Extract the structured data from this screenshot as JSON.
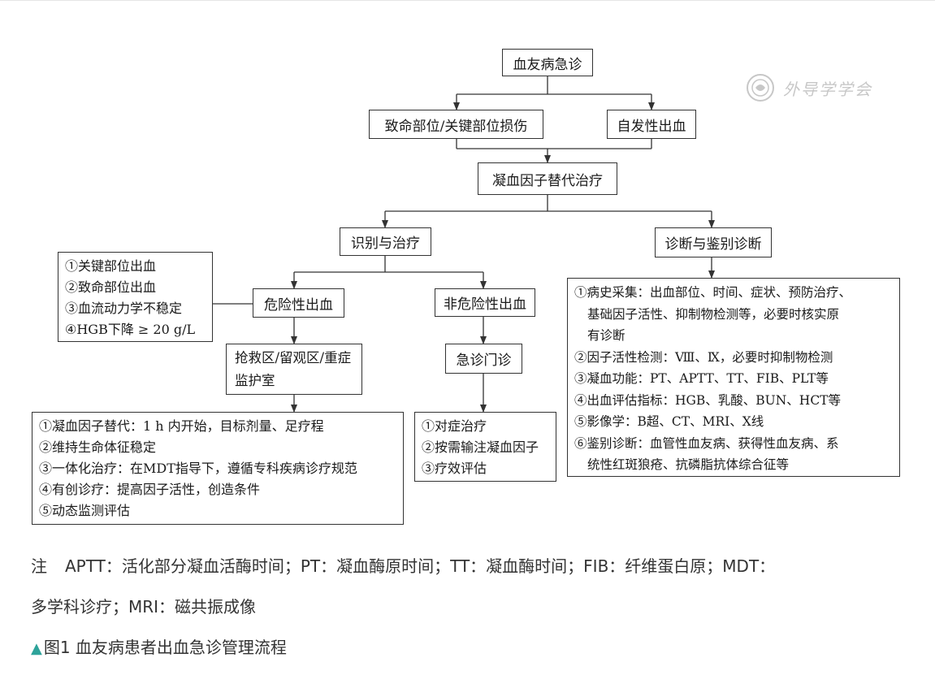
{
  "flowchart": {
    "root": "血友病急诊",
    "injury": "致命部位/关键部位损伤",
    "spontaneous": "自发性出血",
    "factor_replacement": "凝血因子替代治疗",
    "identify_treat": "识别与治疗",
    "diagnosis": "诊断与鉴别诊断",
    "dangerous": "危险性出血",
    "non_dangerous": "非危险性出血",
    "criteria": [
      "①关键部位出血",
      "②致命部位出血",
      "③血流动力学不稳定",
      "④HGB下降 ≥ 20 g/L"
    ],
    "rescue_area": [
      "抢救区/留观区/重症",
      "监护室"
    ],
    "emergency_clinic": "急诊门诊",
    "dangerous_steps": [
      "①凝血因子替代：1 h 内开始，目标剂量、足疗程",
      "②维持生命体征稳定",
      "③一体化治疗：在MDT指导下，遵循专科疾病诊疗规范",
      "④有创诊疗：提高因子活性，创造条件",
      "⑤动态监测评估"
    ],
    "clinic_steps": [
      "①对症治疗",
      "②按需输注凝血因子",
      "③疗效评估"
    ],
    "diagnosis_steps": [
      "①病史采集：出血部位、时间、症状、预防治疗、",
      "基础因子活性、抑制物检测等，必要时核实原",
      "有诊断",
      "②因子活性检测：Ⅷ、Ⅸ，必要时抑制物检测",
      "③凝血功能：PT、APTT、TT、FIB、PLT等",
      "④出血评估指标：HGB、乳酸、BUN、HCT等",
      "⑤影像学：B超、CT、MRI、X线",
      "⑥鉴别诊断：血管性血友病、获得性血友病、系",
      "统性红斑狼疮、抗磷脂抗体综合征等"
    ]
  },
  "watermark": {
    "text": "外导学学会",
    "icon": "seal-logo"
  },
  "note": {
    "prefix": "注",
    "line1": "APTT：活化部分凝血活酶时间；PT：凝血酶原时间；TT：凝血酶时间；FIB：纤维蛋白原；MDT：",
    "line2": "多学科诊疗；MRI：磁共振成像"
  },
  "caption": {
    "marker": "▲",
    "text": "图1 血友病患者出血急诊管理流程"
  },
  "colors": {
    "line": "#333333",
    "marker": "#2ea39a",
    "text": "#333333"
  }
}
